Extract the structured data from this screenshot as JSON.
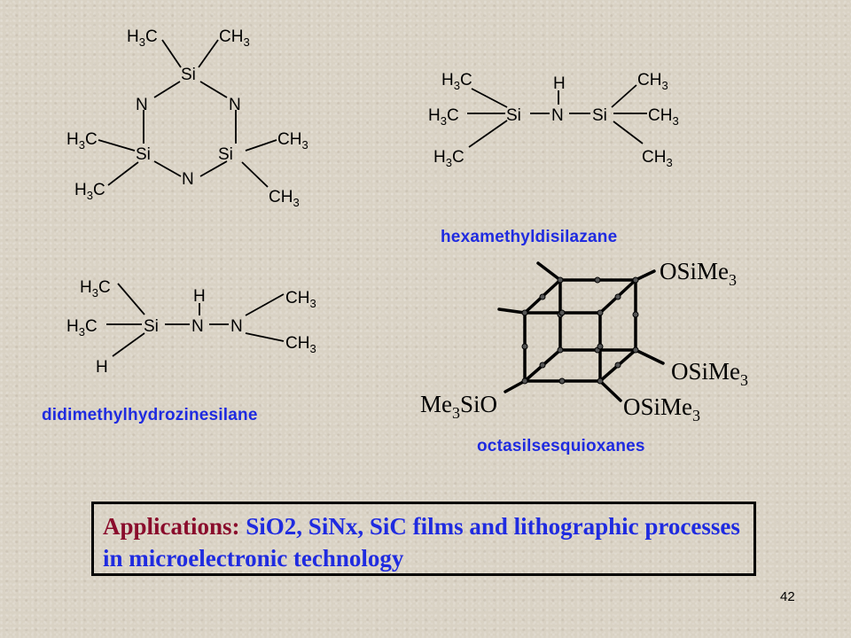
{
  "captions": {
    "hexamethyldisilazane": "hexamethyldisilazane",
    "didimethylhydrozinesilane": "didimethylhydrozinesilane",
    "octasilsesquioxanes": "octasilsesquioxanes"
  },
  "applications": {
    "label": "Applications:",
    "text": " SiO2, SiNx, SiC films and lithographic processes in microelectronic technology"
  },
  "slide_number": "42",
  "colors": {
    "caption": "#1f2be0",
    "label": "#8a0c2c",
    "background": "#d9d2c4"
  },
  "molecules": {
    "ring": {
      "atoms": {
        "si": "Si",
        "n": "N",
        "h3c": "H3C",
        "ch3": "CH3"
      }
    },
    "hmds": {
      "atoms": {
        "si": "Si",
        "n": "N",
        "h": "H",
        "h3c": "H3C",
        "ch3": "CH3"
      }
    },
    "hydrazine": {
      "atoms": {
        "si": "Si",
        "n": "N",
        "h": "H",
        "h3c": "H3C",
        "ch3": "CH3"
      }
    },
    "cage": {
      "substituents": [
        "OSiMe3",
        "OSiMe3",
        "OSiMe3",
        "Me3SiO"
      ]
    }
  }
}
